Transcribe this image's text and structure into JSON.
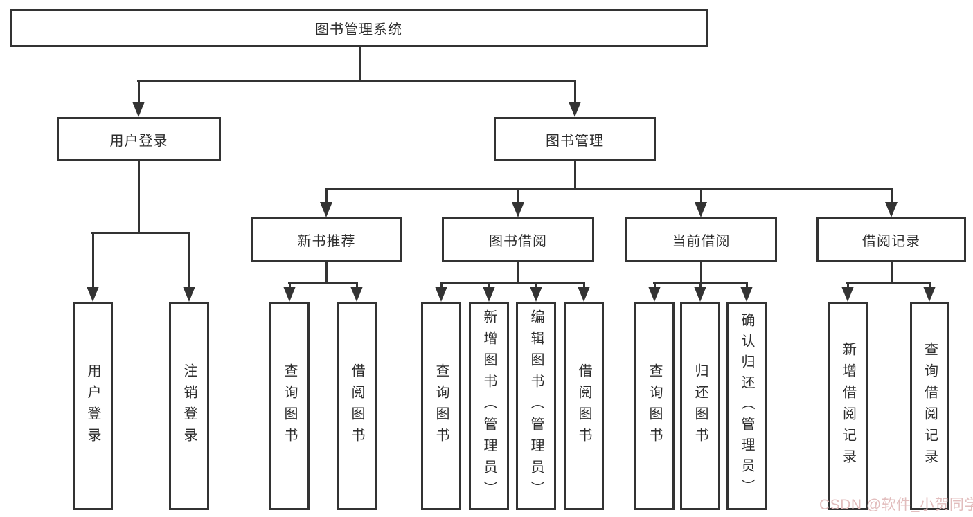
{
  "title": "图书管理系统",
  "nodes": {
    "root": {
      "label": "图书管理系统"
    },
    "user_login": {
      "label": "用户登录"
    },
    "book_mgmt": {
      "label": "图书管理"
    },
    "new_book_rec": {
      "label": "新书推荐"
    },
    "book_borrow": {
      "label": "图书借阅"
    },
    "current_borrow": {
      "label": "当前借阅"
    },
    "borrow_record": {
      "label": "借阅记录"
    },
    "leaf_user_login": {
      "label": "用户登录"
    },
    "leaf_logout": {
      "label": "注销登录"
    },
    "leaf_query_book_1": {
      "label": "查询图书"
    },
    "leaf_borrow_book_1": {
      "label": "借阅图书"
    },
    "leaf_query_book_2": {
      "label": "查询图书"
    },
    "leaf_add_book": {
      "label": "新增图书（管理员）"
    },
    "leaf_edit_book": {
      "label": "编辑图书（管理员）"
    },
    "leaf_borrow_book_2": {
      "label": "借阅图书"
    },
    "leaf_query_book_3": {
      "label": "查询图书"
    },
    "leaf_return_book": {
      "label": "归还图书"
    },
    "leaf_confirm_return": {
      "label": "确认归还（管理员）"
    },
    "leaf_add_record": {
      "label": "新增借阅记录"
    },
    "leaf_query_record": {
      "label": "查询借阅记录"
    }
  },
  "edges": [
    [
      "root",
      "user_login"
    ],
    [
      "root",
      "book_mgmt"
    ],
    [
      "user_login",
      "leaf_user_login"
    ],
    [
      "user_login",
      "leaf_logout"
    ],
    [
      "book_mgmt",
      "new_book_rec"
    ],
    [
      "book_mgmt",
      "book_borrow"
    ],
    [
      "book_mgmt",
      "current_borrow"
    ],
    [
      "book_mgmt",
      "borrow_record"
    ],
    [
      "new_book_rec",
      "leaf_query_book_1"
    ],
    [
      "new_book_rec",
      "leaf_borrow_book_1"
    ],
    [
      "book_borrow",
      "leaf_query_book_2"
    ],
    [
      "book_borrow",
      "leaf_add_book"
    ],
    [
      "book_borrow",
      "leaf_edit_book"
    ],
    [
      "book_borrow",
      "leaf_borrow_book_2"
    ],
    [
      "current_borrow",
      "leaf_query_book_3"
    ],
    [
      "current_borrow",
      "leaf_return_book"
    ],
    [
      "current_borrow",
      "leaf_confirm_return"
    ],
    [
      "borrow_record",
      "leaf_add_record"
    ],
    [
      "borrow_record",
      "leaf_query_record"
    ]
  ],
  "watermark": {
    "text": "CSDN @软件_小贺同学"
  },
  "colors": {
    "line": "#333333",
    "text": "#2d2d2d",
    "watermark": "#e2bdbd",
    "background": "#ffffff"
  }
}
